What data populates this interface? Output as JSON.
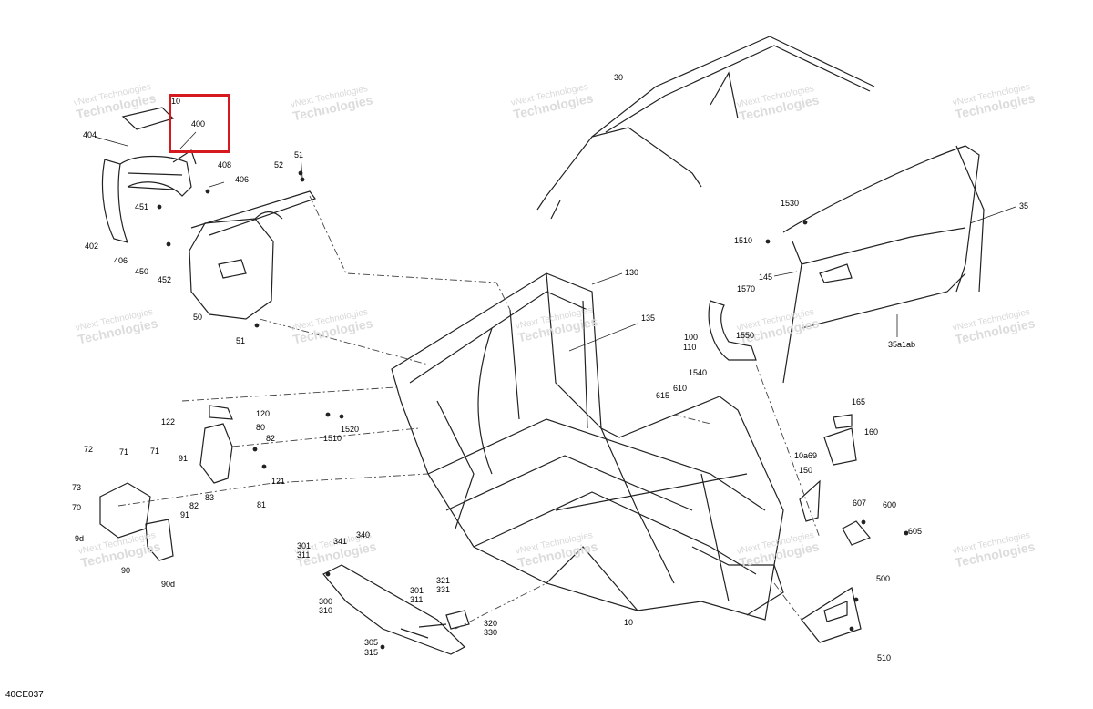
{
  "diagram_code": "40CE037",
  "highlight": {
    "part": "400",
    "color": "#d6181f"
  },
  "watermark": {
    "line1": "vNext Technologies",
    "line2": "Technologies"
  },
  "labels": {
    "l10a": "10",
    "l400": "400",
    "l404": "404",
    "l408": "408",
    "l406a": "406",
    "l451": "451",
    "l402": "402",
    "l406b": "406",
    "l450": "450",
    "l452": "452",
    "l51a": "51",
    "l52": "52",
    "l50": "50",
    "l51b": "51",
    "l30": "30",
    "l1530": "1530",
    "l1510a": "1510",
    "l35": "35",
    "l145": "145",
    "l1570": "1570",
    "l100": "100",
    "l110": "110",
    "l1550": "1550",
    "l35a1ab": "35a1ab",
    "l130": "130",
    "l135": "135",
    "l1540": "1540",
    "l615": "615",
    "l610": "610",
    "l1520": "1520",
    "l1510b": "1510",
    "l165": "165",
    "l160": "160",
    "l122": "122",
    "l120": "120",
    "l80": "80",
    "l82a": "82",
    "l121": "121",
    "l81": "81",
    "l83": "83",
    "l82b": "82",
    "l72": "72",
    "l71a": "71",
    "l71b": "71",
    "l91a": "91",
    "l73": "73",
    "l70": "70",
    "l91b": "91",
    "l9d": "9d",
    "l90": "90",
    "l90d": "90d",
    "l10a69": "10a69",
    "l150": "150",
    "l607": "607",
    "l600": "600",
    "l605": "605",
    "l340": "340",
    "l341": "341",
    "l301a": "301",
    "l311a": "311",
    "l300": "300",
    "l310": "310",
    "l301b": "301",
    "l311b": "311",
    "l321": "321",
    "l331": "331",
    "l320": "320",
    "l330": "330",
    "l305": "305",
    "l315": "315",
    "l10b": "10",
    "l500": "500",
    "l510": "510"
  }
}
